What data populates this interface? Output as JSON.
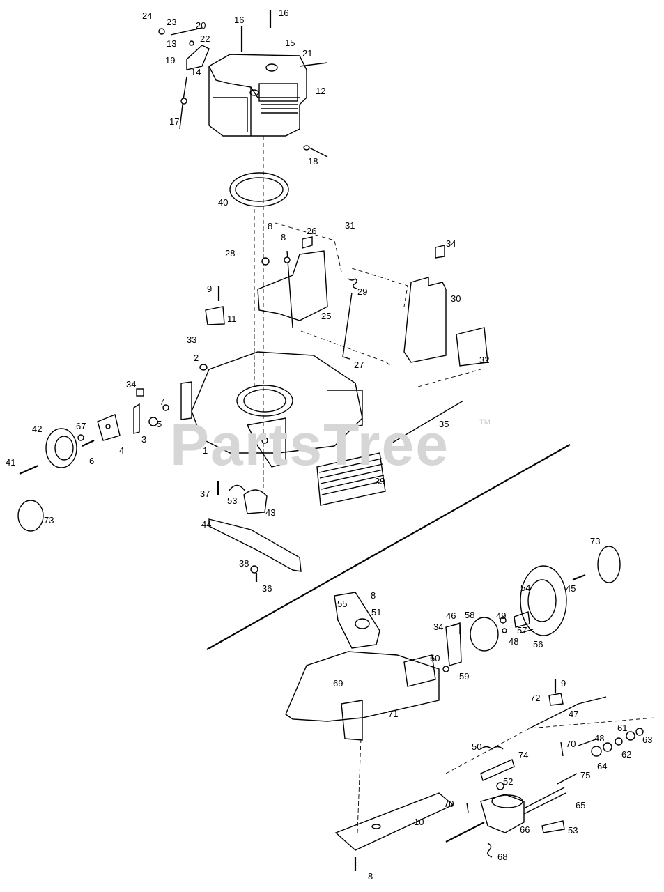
{
  "watermark": {
    "text": "PartsTree",
    "trademark": "TM"
  },
  "callouts": [
    {
      "id": "c24",
      "label": "24"
    },
    {
      "id": "c23",
      "label": "23"
    },
    {
      "id": "c16a",
      "label": "16"
    },
    {
      "id": "c16b",
      "label": "16"
    },
    {
      "id": "c20",
      "label": "20"
    },
    {
      "id": "c13",
      "label": "13"
    },
    {
      "id": "c22",
      "label": "22"
    },
    {
      "id": "c15",
      "label": "15"
    },
    {
      "id": "c21",
      "label": "21"
    },
    {
      "id": "c19",
      "label": "19"
    },
    {
      "id": "c14",
      "label": "14"
    },
    {
      "id": "c12",
      "label": "12"
    },
    {
      "id": "c17",
      "label": "17"
    },
    {
      "id": "c18",
      "label": "18"
    },
    {
      "id": "c40",
      "label": "40"
    },
    {
      "id": "c8a",
      "label": "8"
    },
    {
      "id": "c26",
      "label": "26"
    },
    {
      "id": "c31",
      "label": "31"
    },
    {
      "id": "c8b",
      "label": "8"
    },
    {
      "id": "c34a",
      "label": "34"
    },
    {
      "id": "c28",
      "label": "28"
    },
    {
      "id": "c9a",
      "label": "9"
    },
    {
      "id": "c29",
      "label": "29"
    },
    {
      "id": "c30",
      "label": "30"
    },
    {
      "id": "c25",
      "label": "25"
    },
    {
      "id": "c11",
      "label": "11"
    },
    {
      "id": "c33",
      "label": "33"
    },
    {
      "id": "c32",
      "label": "32"
    },
    {
      "id": "c2",
      "label": "2"
    },
    {
      "id": "c27",
      "label": "27"
    },
    {
      "id": "c34b",
      "label": "34"
    },
    {
      "id": "c7",
      "label": "7"
    },
    {
      "id": "c42",
      "label": "42"
    },
    {
      "id": "c67",
      "label": "67"
    },
    {
      "id": "c5",
      "label": "5"
    },
    {
      "id": "c35",
      "label": "35"
    },
    {
      "id": "c3",
      "label": "3"
    },
    {
      "id": "c4",
      "label": "4"
    },
    {
      "id": "c1",
      "label": "1"
    },
    {
      "id": "c6",
      "label": "6"
    },
    {
      "id": "c41",
      "label": "41"
    },
    {
      "id": "c39",
      "label": "39"
    },
    {
      "id": "c37",
      "label": "37"
    },
    {
      "id": "c53a",
      "label": "53"
    },
    {
      "id": "c43",
      "label": "43"
    },
    {
      "id": "c73a",
      "label": "73"
    },
    {
      "id": "c44",
      "label": "44"
    },
    {
      "id": "c38",
      "label": "38"
    },
    {
      "id": "c36",
      "label": "36"
    },
    {
      "id": "c73b",
      "label": "73"
    },
    {
      "id": "c54",
      "label": "54"
    },
    {
      "id": "c45",
      "label": "45"
    },
    {
      "id": "c55",
      "label": "55"
    },
    {
      "id": "c8c",
      "label": "8"
    },
    {
      "id": "c51",
      "label": "51"
    },
    {
      "id": "c46",
      "label": "46"
    },
    {
      "id": "c58",
      "label": "58"
    },
    {
      "id": "c49",
      "label": "49"
    },
    {
      "id": "c57",
      "label": "57"
    },
    {
      "id": "c34c",
      "label": "34"
    },
    {
      "id": "c48a",
      "label": "48"
    },
    {
      "id": "c56",
      "label": "56"
    },
    {
      "id": "c60",
      "label": "60"
    },
    {
      "id": "c59",
      "label": "59"
    },
    {
      "id": "c69",
      "label": "69"
    },
    {
      "id": "c9b",
      "label": "9"
    },
    {
      "id": "c72",
      "label": "72"
    },
    {
      "id": "c71",
      "label": "71"
    },
    {
      "id": "c47",
      "label": "47"
    },
    {
      "id": "c61",
      "label": "61"
    },
    {
      "id": "c63",
      "label": "63"
    },
    {
      "id": "c48b",
      "label": "48"
    },
    {
      "id": "c50",
      "label": "50"
    },
    {
      "id": "c70a",
      "label": "70"
    },
    {
      "id": "c62",
      "label": "62"
    },
    {
      "id": "c74",
      "label": "74"
    },
    {
      "id": "c64",
      "label": "64"
    },
    {
      "id": "c75",
      "label": "75"
    },
    {
      "id": "c52",
      "label": "52"
    },
    {
      "id": "c65",
      "label": "65"
    },
    {
      "id": "c70b",
      "label": "70"
    },
    {
      "id": "c10",
      "label": "10"
    },
    {
      "id": "c66",
      "label": "66"
    },
    {
      "id": "c53b",
      "label": "53"
    },
    {
      "id": "c68",
      "label": "68"
    },
    {
      "id": "c8d",
      "label": "8"
    }
  ]
}
